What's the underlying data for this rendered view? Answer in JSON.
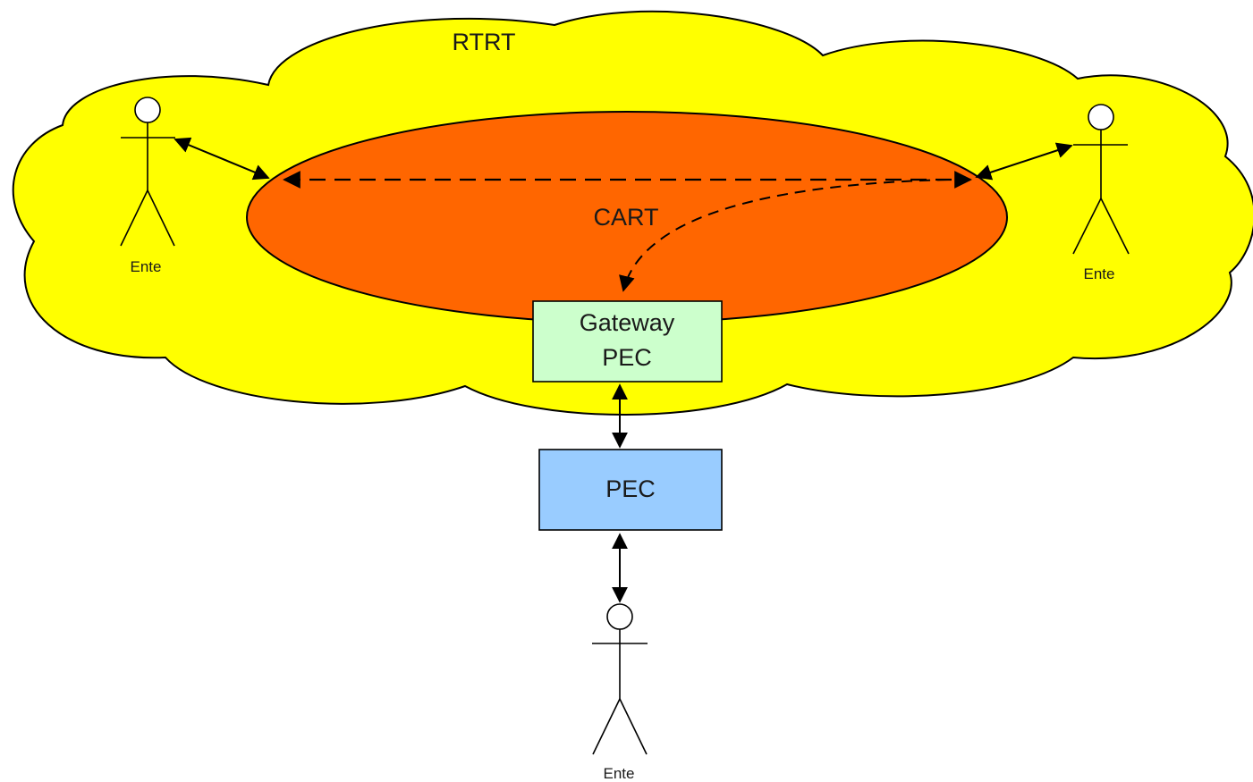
{
  "labels": {
    "cloud": "RTRT",
    "ellipse": "CART",
    "gateway_line1": "Gateway",
    "gateway_line2": "PEC",
    "pec": "PEC",
    "actor_left": "Ente",
    "actor_right": "Ente",
    "actor_bottom": "Ente"
  },
  "colors": {
    "cloud_fill": "#ffff00",
    "ellipse_fill": "#ff6600",
    "gateway_fill": "#ccffcc",
    "pec_fill": "#99ccff"
  }
}
